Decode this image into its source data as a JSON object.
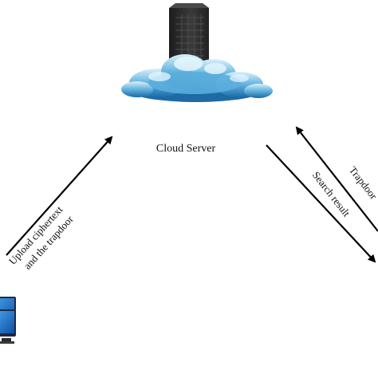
{
  "nodes": {
    "cloud_server": {
      "label": "Cloud Server",
      "icon": "server-cloud-icon"
    },
    "client": {
      "icon": "computer-icon"
    }
  },
  "edges": {
    "upload": {
      "line1": "Upload ciphertext",
      "line2": "and the trapdoor"
    },
    "trapdoor": {
      "label": "Trapdoor"
    },
    "search_result": {
      "label": "Search result"
    }
  },
  "colors": {
    "text": "#111111",
    "arrow": "#000000",
    "server_body": "#2b2b2b",
    "cloud_main": "#1f7fc0",
    "cloud_light": "#bfe3f5",
    "monitor_blue": "#1a6fd0"
  }
}
